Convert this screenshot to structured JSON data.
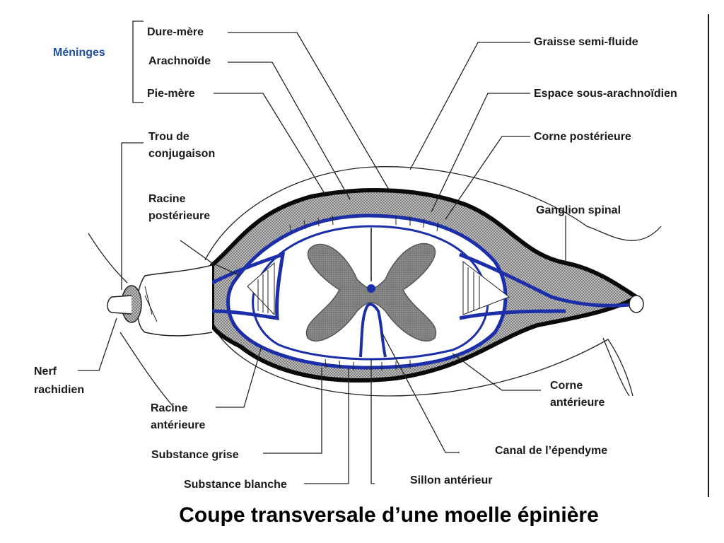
{
  "title": "Coupe transversale d’une moelle épinière",
  "labels": {
    "meninges": "Méninges",
    "dure_mere": "Dure-mère",
    "arachnoide": "Arachnoïde",
    "pie_mere": "Pie-mère",
    "trou_conjugaison_1": "Trou de",
    "trou_conjugaison_2": "conjugaison",
    "racine_posterieure_1": "Racine",
    "racine_posterieure_2": "postérieure",
    "nerf_rachidien_1": "Nerf",
    "nerf_rachidien_2": "rachidien",
    "racine_anterieure_1": "Racine",
    "racine_anterieure_2": "antérieure",
    "substance_grise": "Substance grise",
    "substance_blanche": "Substance blanche",
    "graisse": "Graisse semi-fluide",
    "espace_sous_arachnoidien": "Espace sous-arachnoïdien",
    "corne_posterieure": "Corne postérieure",
    "ganglion_spinal": "Ganglion spinal",
    "corne_anterieure_1": "Corne",
    "corne_anterieure_2": "antérieure",
    "canal_ependyme": "Canal de l’épendyme",
    "sillon_anterieur": "Sillon antérieur"
  },
  "colors": {
    "pia_blue": "#1c2fa8",
    "meninges_label": "#1f4fa0",
    "grey_matter": "#858585",
    "dura": "#0a0a0a"
  }
}
